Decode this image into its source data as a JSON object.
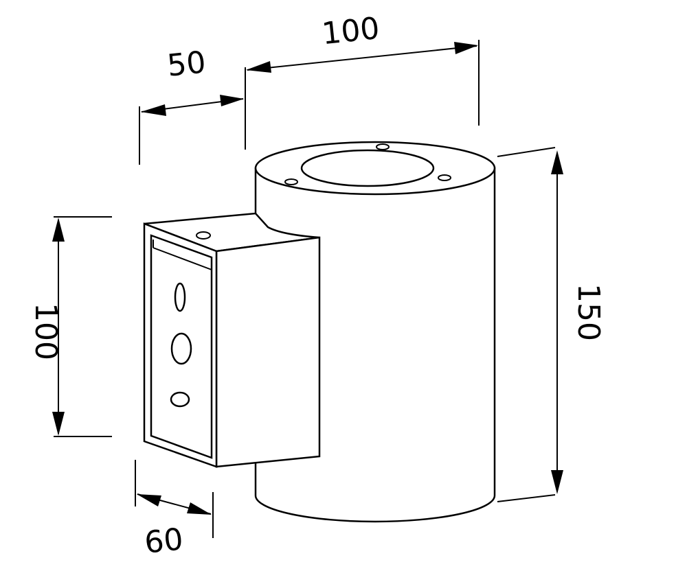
{
  "dimensions": {
    "width_top": "100",
    "offset_top": "50",
    "height_right": "150",
    "box_height_left": "100",
    "box_depth_bottom": "60"
  }
}
